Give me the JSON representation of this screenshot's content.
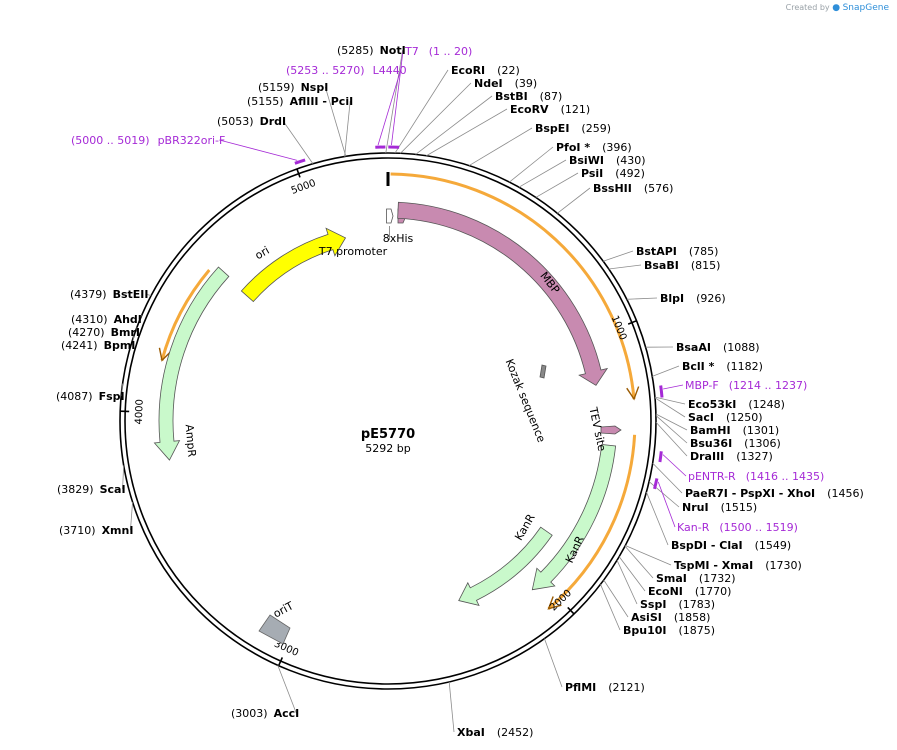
{
  "credit": {
    "prefix": "Created by",
    "brand": "SnapGene"
  },
  "plasmid": {
    "name": "pE5770",
    "size_label": "5292 bp",
    "length": 5292
  },
  "ruler": [
    {
      "pos": 1000,
      "label": "1000"
    },
    {
      "pos": 2000,
      "label": "2000"
    },
    {
      "pos": 3000,
      "label": "3000"
    },
    {
      "pos": 4000,
      "label": "4000"
    },
    {
      "pos": 5000,
      "label": "5000"
    }
  ],
  "sites": [
    {
      "pre": "(5285)",
      "name": "NotI",
      "pos": 5285
    },
    {
      "name": "EcoRI",
      "post": "(22)",
      "pos": 22
    },
    {
      "name": "NdeI",
      "post": "(39)",
      "pos": 39
    },
    {
      "name": "BstBI",
      "post": "(87)",
      "pos": 87
    },
    {
      "name": "EcoRV",
      "post": "(121)",
      "pos": 121
    },
    {
      "name": "BspEI",
      "post": "(259)",
      "pos": 259
    },
    {
      "name": "PfoI *",
      "post": "(396)",
      "pos": 396
    },
    {
      "name": "BsiWI",
      "post": "(430)",
      "pos": 430
    },
    {
      "name": "PsiI",
      "post": "(492)",
      "pos": 492
    },
    {
      "name": "BssHII",
      "post": "(576)",
      "pos": 576
    },
    {
      "name": "BstAPI",
      "post": "(785)",
      "pos": 785
    },
    {
      "name": "BsaBI",
      "post": "(815)",
      "pos": 815
    },
    {
      "name": "BlpI",
      "post": "(926)",
      "pos": 926
    },
    {
      "name": "BsaAI",
      "post": "(1088)",
      "pos": 1088
    },
    {
      "name": "BclI *",
      "post": "(1182)",
      "pos": 1182
    },
    {
      "name": "Eco53kI",
      "post": "(1248)",
      "pos": 1248
    },
    {
      "name": "SacI",
      "post": "(1250)",
      "pos": 1250
    },
    {
      "name": "BamHI",
      "post": "(1301)",
      "pos": 1301
    },
    {
      "name": "Bsu36I",
      "post": "(1306)",
      "pos": 1306
    },
    {
      "name": "DraIII",
      "post": "(1327)",
      "pos": 1327
    },
    {
      "name": "PaeR7I   - PspXI   - XhoI",
      "post": "(1456)",
      "pos": 1456
    },
    {
      "name": "NruI",
      "post": "(1515)",
      "pos": 1515
    },
    {
      "name": "BspDI   - ClaI",
      "post": "(1549)",
      "pos": 1549
    },
    {
      "name": "TspMI   - XmaI",
      "post": "(1730)",
      "pos": 1730
    },
    {
      "name": "SmaI",
      "post": "(1732)",
      "pos": 1732
    },
    {
      "name": "EcoNI",
      "post": "(1770)",
      "pos": 1770
    },
    {
      "name": "SspI",
      "post": "(1783)",
      "pos": 1783
    },
    {
      "name": "AsiSI",
      "post": "(1858)",
      "pos": 1858
    },
    {
      "name": "Bpu10I",
      "post": "(1875)",
      "pos": 1875
    },
    {
      "name": "PflMI",
      "post": "(2121)",
      "pos": 2121
    },
    {
      "name": "XbaI",
      "post": "(2452)",
      "pos": 2452
    },
    {
      "pre": "(3003)",
      "name": "AccI",
      "pos": 3003
    },
    {
      "pre": "(3710)",
      "name": "XmnI",
      "pos": 3710
    },
    {
      "pre": "(3829)",
      "name": "ScaI",
      "pos": 3829
    },
    {
      "pre": "(4087)",
      "name": "FspI",
      "pos": 4087
    },
    {
      "pre": "(4241)",
      "name": "BpmI",
      "pos": 4241
    },
    {
      "pre": "(4270)",
      "name": "BmrI",
      "pos": 4270
    },
    {
      "pre": "(4310)",
      "name": "AhdI",
      "pos": 4310
    },
    {
      "pre": "(4379)",
      "name": "BstEII",
      "pos": 4379
    },
    {
      "pre": "(5053)",
      "name": "DrdI",
      "pos": 5053
    },
    {
      "pre": "(5155)",
      "name": "AflIII   - PciI",
      "pos": 5155
    },
    {
      "pre": "(5159)",
      "name": "NspI",
      "pos": 5159
    }
  ],
  "primers": [
    {
      "name": "T7",
      "range": "(1 .. 20)",
      "start": 1,
      "end": 20
    },
    {
      "name": "L4440",
      "range": "(5253 .. 5270)",
      "start": 5253,
      "end": 5270
    },
    {
      "name": "pBR322ori-F",
      "range": "(5000 .. 5019)",
      "start": 5000,
      "end": 5019
    },
    {
      "name": "MBP-F",
      "range": "(1214 .. 1237)",
      "start": 1214,
      "end": 1237
    },
    {
      "name": "pENTR-R",
      "range": "(1416 .. 1435)",
      "start": 1416,
      "end": 1435
    },
    {
      "name": "Kan-R",
      "range": "(1500 .. 1519)",
      "start": 1500,
      "end": 1519
    }
  ],
  "features": [
    {
      "name": "T7 promoter",
      "color": "#ffffff"
    },
    {
      "name": "8xHis",
      "color": "#c88ab0"
    },
    {
      "name": "MBP",
      "color": "#c88ab0"
    },
    {
      "name": "Kozak sequence",
      "color": "#888888"
    },
    {
      "name": "TEV site",
      "color": "#c88ab0"
    },
    {
      "name": "KanR",
      "color": "#c9f9cb"
    },
    {
      "name": "KanR",
      "color": "#c9f9cb"
    },
    {
      "name": "oriT",
      "color": "#a6acb3"
    },
    {
      "name": "AmpR",
      "color": "#c9f9cb"
    },
    {
      "name": "ori",
      "color": "#ffff00"
    }
  ],
  "colors": {
    "primer": "#a52ad6",
    "orf": "#f5a93a",
    "backbone": "#000000"
  }
}
